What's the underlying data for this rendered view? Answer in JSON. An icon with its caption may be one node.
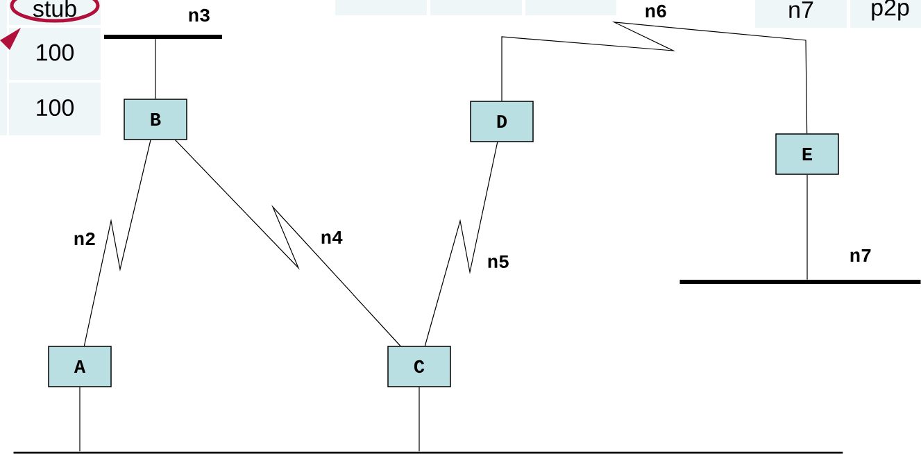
{
  "diagram": {
    "nodes": [
      {
        "text": [
          "n3"
        ]
      },
      {
        "text": [
          "B"
        ]
      },
      {
        "text": [
          "D"
        ]
      },
      {
        "text": [
          "E"
        ]
      },
      {
        "text": [
          "n7"
        ]
      },
      {
        "text": [
          "A"
        ]
      },
      {
        "text": [
          "C"
        ]
      },
      {
        "text": [],
        "shape": "bar"
      }
    ],
    "edges": [
      {
        "from": 0,
        "to": 1,
        "arrow": "none"
      },
      {
        "from": 1,
        "to": 5,
        "arrow": "none",
        "label": "n2"
      },
      {
        "from": 1,
        "to": 6,
        "arrow": "none",
        "label": "n4"
      },
      {
        "from": 2,
        "to": 6,
        "arrow": "none",
        "label": "n5"
      },
      {
        "from": 2,
        "to": 3,
        "arrow": "none",
        "label": "n6"
      },
      {
        "from": 3,
        "to": 4,
        "arrow": "none"
      },
      {
        "from": 5,
        "to": 7,
        "arrow": "none"
      },
      {
        "from": 6,
        "to": 7,
        "arrow": "none"
      }
    ],
    "labels": [
      "stub",
      "n7",
      "p2p",
      "100",
      "100"
    ]
  }
}
